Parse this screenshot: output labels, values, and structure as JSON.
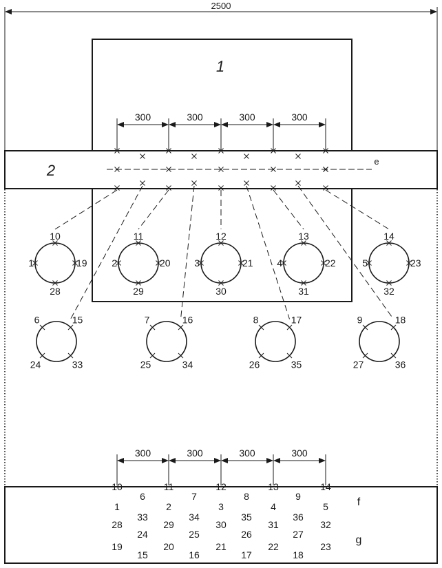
{
  "overall_width": "2500",
  "block_1_label": "1",
  "block_2_label": "2",
  "label_e": "e",
  "label_f": "f",
  "label_g": "g",
  "top_spacings": [
    "300",
    "300",
    "300",
    "300"
  ],
  "bottom_spacings": [
    "300",
    "300",
    "300",
    "300"
  ],
  "upper_row": [
    {
      "top": "10",
      "left": "1",
      "right": "19",
      "bottom": "28"
    },
    {
      "top": "11",
      "left": "2",
      "right": "20",
      "bottom": "29"
    },
    {
      "top": "12",
      "left": "3",
      "right": "21",
      "bottom": "30"
    },
    {
      "top": "13",
      "left": "4",
      "right": "22",
      "bottom": "31"
    },
    {
      "top": "14",
      "left": "5",
      "right": "23",
      "bottom": "32"
    }
  ],
  "lower_row": [
    {
      "tl": "6",
      "tr": "15",
      "bl": "24",
      "br": "33"
    },
    {
      "tl": "7",
      "tr": "16",
      "bl": "25",
      "br": "34"
    },
    {
      "tl": "8",
      "tr": "17",
      "bl": "26",
      "br": "35"
    },
    {
      "tl": "9",
      "tr": "18",
      "bl": "27",
      "br": "36"
    }
  ],
  "bottom_markers": [
    "10",
    "11",
    "12",
    "13",
    "14"
  ],
  "table_mid": [
    [
      "6",
      "33",
      "24",
      "15"
    ],
    [
      "7",
      "34",
      "25",
      "16"
    ],
    [
      "8",
      "35",
      "26",
      "17"
    ],
    [
      "9",
      "36",
      "27",
      "18"
    ]
  ],
  "table_main": [
    [
      "1",
      "28",
      "19"
    ],
    [
      "2",
      "29",
      "20"
    ],
    [
      "3",
      "30",
      "21"
    ],
    [
      "4",
      "31",
      "22"
    ],
    [
      "5",
      "32",
      "23"
    ]
  ]
}
